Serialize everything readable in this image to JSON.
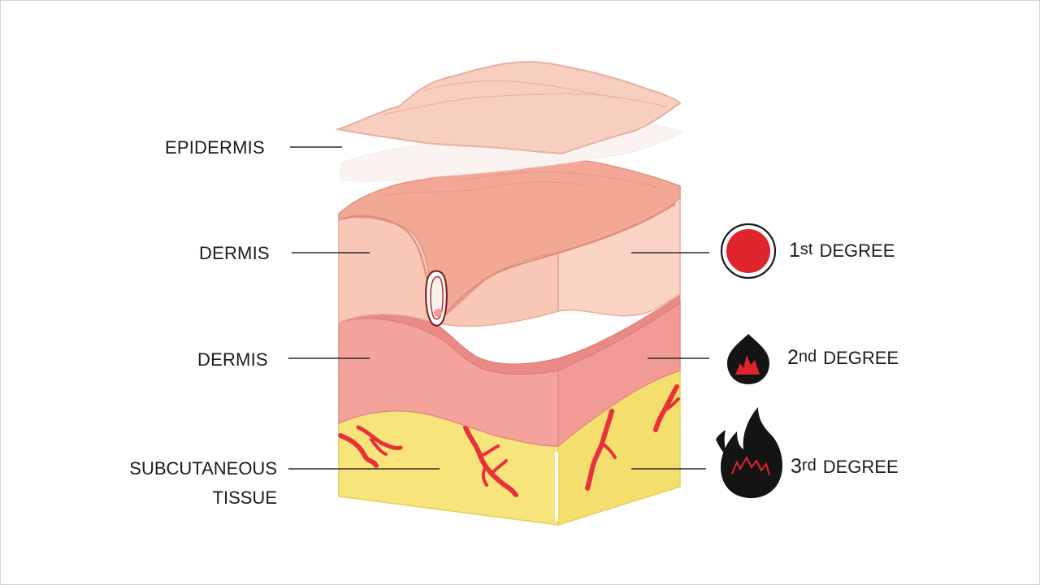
{
  "labels": {
    "epidermis": "EPIDERMIS",
    "dermis_upper": "DERMIS",
    "dermis_lower": "DERMIS",
    "subcutaneous_line1": "SUBCUTANEOUS",
    "subcutaneous_line2": "TISSUE"
  },
  "degrees": [
    {
      "number": "1",
      "suffix": "st",
      "word": "DEGREE",
      "icon": "red-circle-icon",
      "color": "#e0242b"
    },
    {
      "number": "2",
      "suffix": "nd",
      "word": "DEGREE",
      "icon": "flame-drop-icon",
      "color": "#e0242b"
    },
    {
      "number": "3",
      "suffix": "rd",
      "word": "DEGREE",
      "icon": "black-flame-icon",
      "color": "#e0242b"
    }
  ],
  "colors": {
    "epidermis": "#f6cdbf",
    "dermis_upper": "#f8c2b0",
    "dermis_lower": "#f3a29c",
    "subcutaneous": "#f7e47a",
    "vessels": "#e8313a",
    "burn_red": "#e0242b",
    "burn_black": "#141414"
  }
}
